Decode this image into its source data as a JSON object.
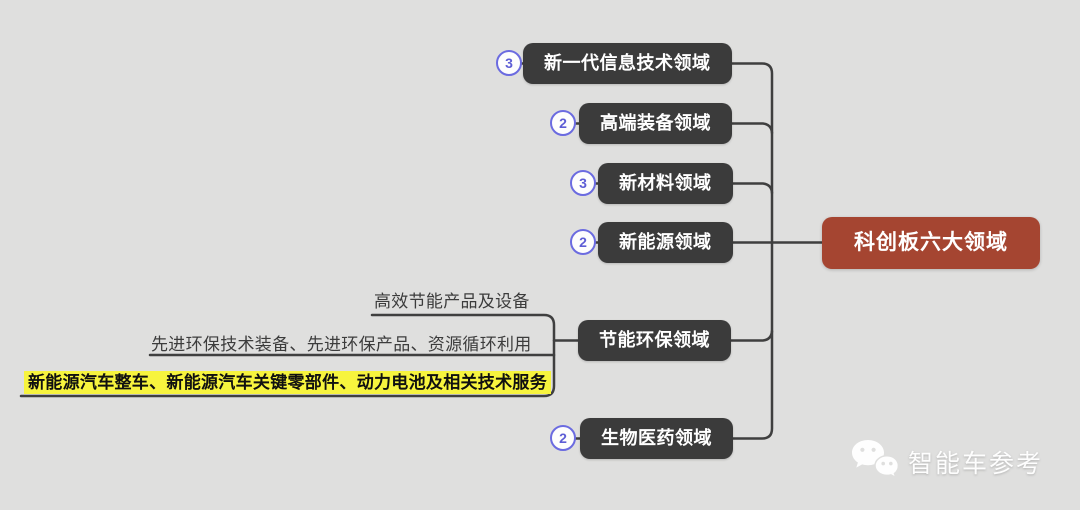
{
  "page": {
    "background_color": "#dfdfde"
  },
  "mindmap": {
    "root": {
      "label": "科创板六大领域",
      "bg_color": "#a54531",
      "text_color": "#ffffff"
    },
    "branches": [
      {
        "label": "新一代信息技术领域",
        "badge": "3"
      },
      {
        "label": "高端装备领域",
        "badge": "2"
      },
      {
        "label": "新材料领域",
        "badge": "3"
      },
      {
        "label": "新能源领域",
        "badge": "2"
      },
      {
        "label": "节能环保领域",
        "badge": "",
        "children": [
          {
            "label": "高效节能产品及设备",
            "highlighted": false
          },
          {
            "label": "先进环保技术装备、先进环保产品、资源循环利用",
            "highlighted": false
          },
          {
            "label": "新能源汽车整车、新能源汽车关键零部件、动力电池及相关技术服务",
            "highlighted": true
          }
        ]
      },
      {
        "label": "生物医药领域",
        "badge": "2"
      }
    ],
    "colors": {
      "node_bg": "#3b3b3b",
      "node_text": "#ffffff",
      "root_bg": "#a54531",
      "connector_line": "#3f3f3f",
      "badge_border": "#6b6be0",
      "badge_text": "#5d5dd5",
      "highlight_bg": "#f7f43e"
    }
  },
  "watermark": {
    "text": "智能车参考",
    "icon": "wechat-icon"
  }
}
